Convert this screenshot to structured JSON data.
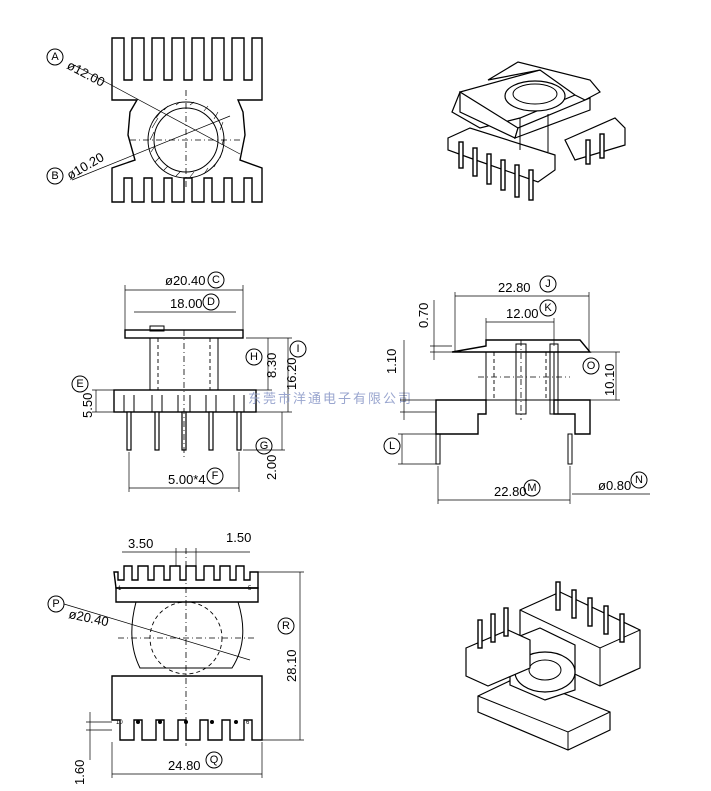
{
  "dimensions": {
    "a_dia": "ø12.00",
    "b_dia": "ø10.20",
    "c_width": "ø20.40",
    "d_width": "18.00",
    "h_height": "8.30",
    "i_height": "16.20",
    "e_height": "5.50",
    "g_pin": "2.00",
    "f_pitch": "5.00*4",
    "j_width": "22.80",
    "k_width": "12.00",
    "flange": "0.70",
    "l_height": "1.10",
    "o_height": "10.10",
    "m_width": "22.80",
    "n_pin_dia": "ø0.80",
    "slot_left": "3.50",
    "slot_right": "1.50",
    "p_dia": "ø20.40",
    "r_height": "28.10",
    "bottom_h": "1.60",
    "q_width": "24.80"
  },
  "labels": {
    "A": "A",
    "B": "B",
    "C": "C",
    "D": "D",
    "E": "E",
    "F": "F",
    "G": "G",
    "H": "H",
    "I": "I",
    "J": "J",
    "K": "K",
    "L": "L",
    "M": "M",
    "N": "N",
    "O": "O",
    "P": "P",
    "Q": "Q",
    "R": "R"
  },
  "pin_marks": {
    "p1": "1",
    "p5": "5",
    "p10": "10",
    "p6": "6"
  },
  "watermark": "东莞市洋通电子有限公司"
}
